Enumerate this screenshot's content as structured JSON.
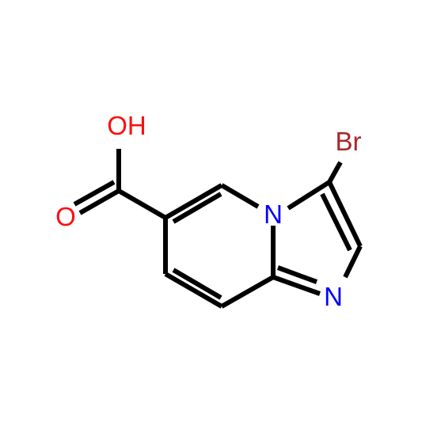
{
  "molecule": {
    "atoms": {
      "hydroxyl": {
        "label": "OH",
        "color": "#ff0d0d"
      },
      "carbonyl_oxygen": {
        "label": "O",
        "color": "#ff0d0d"
      },
      "bridgehead_nitrogen": {
        "label": "N",
        "color": "#0000ff"
      },
      "imidazole_nitrogen": {
        "label": "N",
        "color": "#0000ff"
      },
      "bromine": {
        "label": "Br",
        "color": "#a62929"
      }
    },
    "bond_color": "#000000"
  }
}
